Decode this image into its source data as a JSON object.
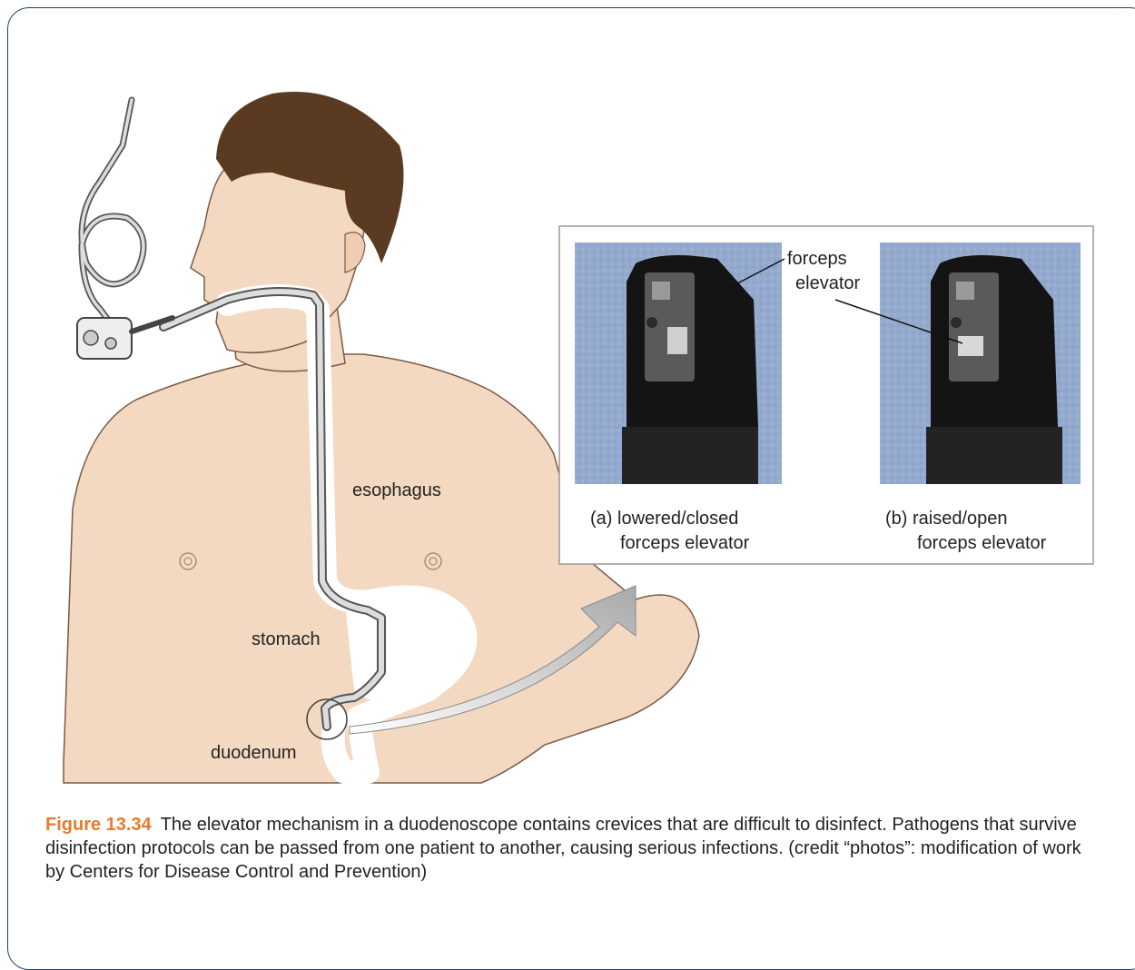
{
  "figure": {
    "labels": {
      "esophagus": "esophagus",
      "stomach": "stomach",
      "duodenum": "duodenum",
      "forceps_line1": "forceps",
      "forceps_line2": "elevator",
      "panel_a_line1": "(a) lowered/closed",
      "panel_a_line2": "forceps elevator",
      "panel_b_line1": "(b) raised/open",
      "panel_b_line2": "forceps elevator"
    },
    "colors": {
      "skin": "#f4d9c2",
      "hair": "#5a3b22",
      "photo_bg": "#9ab0cf",
      "border": "#1f3f73",
      "accent": "#e87b2c"
    }
  },
  "caption": {
    "number": "Figure 13.34",
    "text": "The elevator mechanism in a duodenoscope contains crevices that are difficult to disinfect. Pathogens that survive disinfection protocols can be passed from one patient to another, causing serious infections. (credit “photos”: modification of work by Centers for Disease Control and Prevention)"
  }
}
